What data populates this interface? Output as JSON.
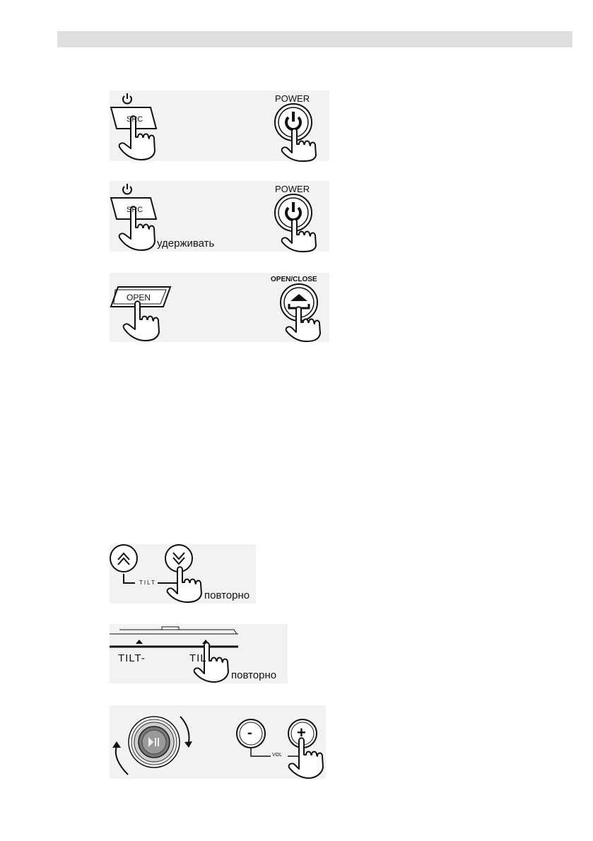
{
  "page": {
    "header_color": "#dedede",
    "panel_color": "#f2f2f2"
  },
  "illustrations": {
    "power_on": {
      "src_label": "SRC",
      "power_label": "POWER",
      "icons": [
        "power-icon",
        "src-key-icon",
        "pressing-hand-icon",
        "round-power-button-icon"
      ]
    },
    "power_off": {
      "src_label": "SRC",
      "power_label": "POWER",
      "hold_label": "удерживать"
    },
    "open_panel": {
      "open_label": "OPEN",
      "open_close_label": "OPEN/CLOSE"
    },
    "tilt_remote": {
      "tilt_label": "TILT",
      "repeat_label": "повторно"
    },
    "tilt_unit": {
      "tilt_minus_label": "TILT-",
      "tilt_plus_partial_label": "TIL",
      "repeat_label": "повторно"
    },
    "volume": {
      "minus_label": "-",
      "plus_label": "+",
      "vol_label": "VOL"
    }
  }
}
